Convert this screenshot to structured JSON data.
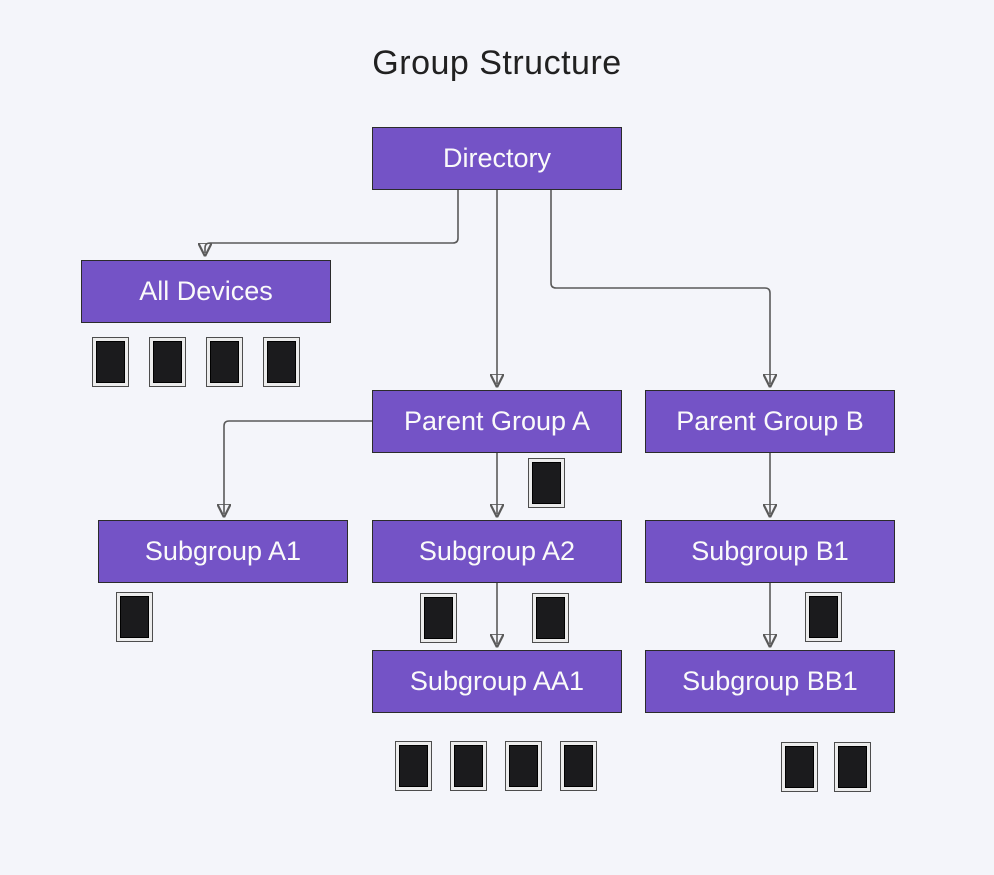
{
  "title": "Group Structure",
  "colors": {
    "background": "#f4f5fa",
    "node_fill": "#7453c6",
    "node_border": "#2b2b2b",
    "node_text": "#fafafa",
    "line": "#5a5a5a",
    "arrow": "#333333",
    "title_text": "#212121",
    "device_frame": "#ececec",
    "device_screen": "#1b1b1d"
  },
  "nodes": {
    "directory": {
      "label": "Directory",
      "device_count": 0
    },
    "all_devices": {
      "label": "All Devices",
      "device_count": 4
    },
    "parent_group_a": {
      "label": "Parent Group A",
      "device_count": 1
    },
    "parent_group_b": {
      "label": "Parent Group B",
      "device_count": 0
    },
    "subgroup_a1": {
      "label": "Subgroup A1",
      "device_count": 1
    },
    "subgroup_a2": {
      "label": "Subgroup A2",
      "device_count": 2
    },
    "subgroup_b1": {
      "label": "Subgroup B1",
      "device_count": 1
    },
    "subgroup_aa1": {
      "label": "Subgroup AA1",
      "device_count": 4
    },
    "subgroup_bb1": {
      "label": "Subgroup BB1",
      "device_count": 2
    }
  },
  "edges": [
    {
      "from": "directory",
      "to": "all_devices"
    },
    {
      "from": "directory",
      "to": "parent_group_a"
    },
    {
      "from": "directory",
      "to": "parent_group_b"
    },
    {
      "from": "parent_group_a",
      "to": "subgroup_a1"
    },
    {
      "from": "parent_group_a",
      "to": "subgroup_a2"
    },
    {
      "from": "subgroup_a2",
      "to": "subgroup_aa1"
    },
    {
      "from": "parent_group_b",
      "to": "subgroup_b1"
    },
    {
      "from": "subgroup_b1",
      "to": "subgroup_bb1"
    }
  ]
}
